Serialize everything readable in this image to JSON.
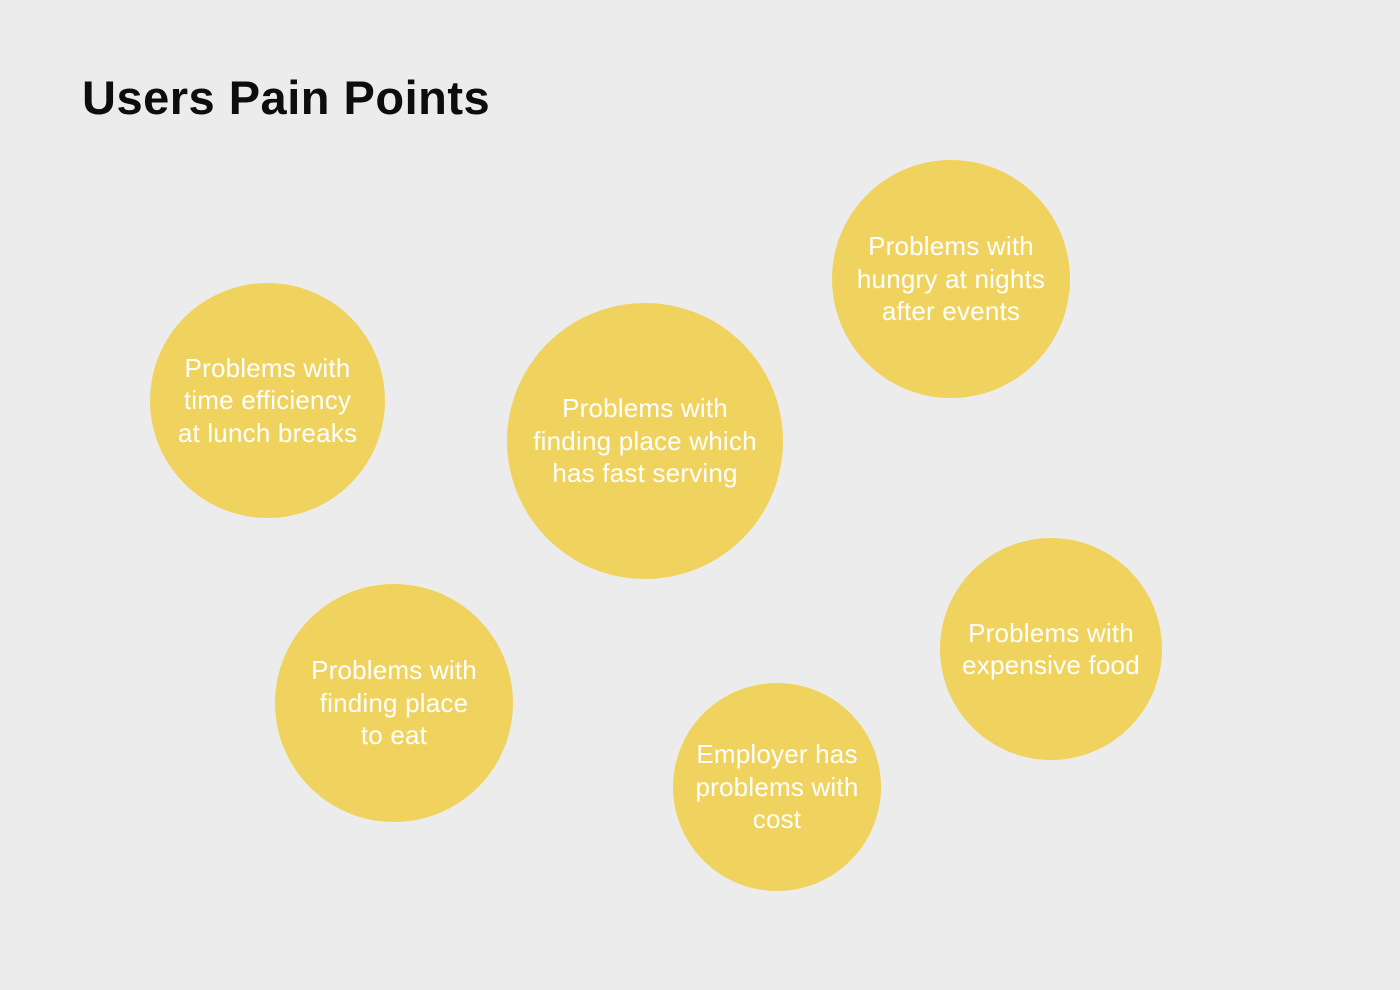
{
  "title": "Users Pain Points",
  "colors": {
    "background": "#ECECEC",
    "bubble": "#F0D35E",
    "bubble_text": "#FFFFFF",
    "title_text": "#0D0D0D"
  },
  "bubbles": [
    {
      "id": "time-efficiency",
      "label": "Problems with\ntime efficiency\nat lunch breaks"
    },
    {
      "id": "fast-serving",
      "label": "Problems with\nfinding place which\nhas fast serving"
    },
    {
      "id": "hungry-nights",
      "label": "Problems with\nhungry at nights\nafter events"
    },
    {
      "id": "place-to-eat",
      "label": "Problems with\nfinding place\nto eat"
    },
    {
      "id": "employer-cost",
      "label": "Employer has\nproblems with\ncost"
    },
    {
      "id": "expensive-food",
      "label": "Problems with\nexpensive food"
    }
  ]
}
